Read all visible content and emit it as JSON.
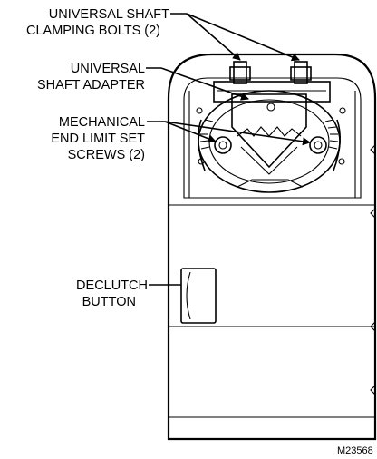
{
  "labels": {
    "shaft_bolts_line1": "UNIVERSAL SHAFT",
    "shaft_bolts_line2": "CLAMPING BOLTS (2)",
    "adapter_line1": "UNIVERSAL",
    "adapter_line2": "SHAFT ADAPTER",
    "limit_line1": "MECHANICAL",
    "limit_line2": "END LIMIT SET",
    "limit_line3": "SCREWS (2)",
    "declutch_line1": "DECLUTCH",
    "declutch_line2": "BUTTON"
  },
  "figure_id": "M23568"
}
